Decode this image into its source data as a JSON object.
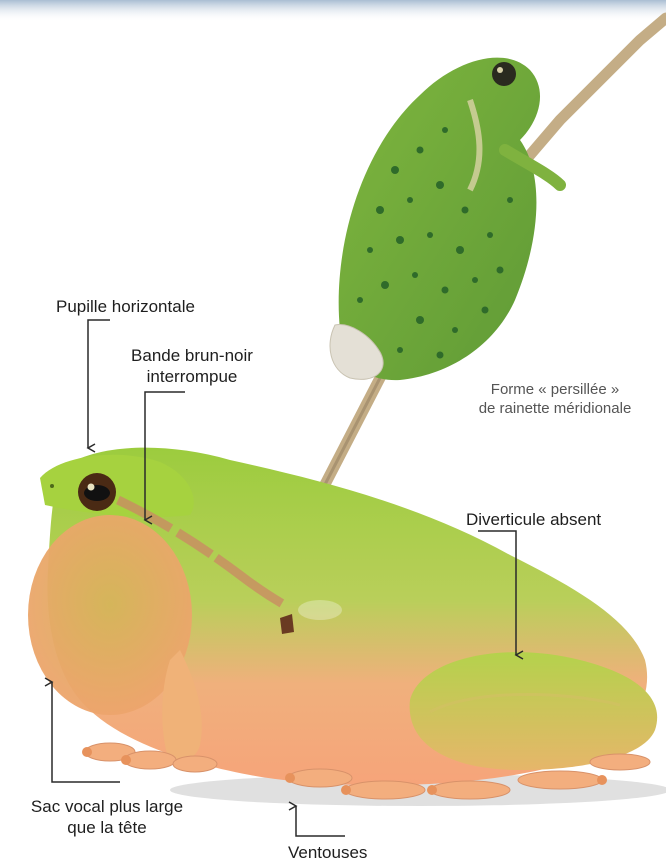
{
  "labels": {
    "pupille": "Pupille horizontale",
    "bande_l1": "Bande brun-noir",
    "bande_l2": "interrompue",
    "forme_l1": "Forme « persillée »",
    "forme_l2": "de rainette méridionale",
    "diverticule": "Diverticule absent",
    "sac_l1": "Sac vocal plus large",
    "sac_l2": "que la tête",
    "ventouses": "Ventouses"
  },
  "colors": {
    "frog_green": "#8fc23a",
    "frog_belly": "#f2a97c",
    "small_frog_green": "#6fa63a",
    "spots": "#2f6b2a",
    "stem": "#c9b48f"
  }
}
